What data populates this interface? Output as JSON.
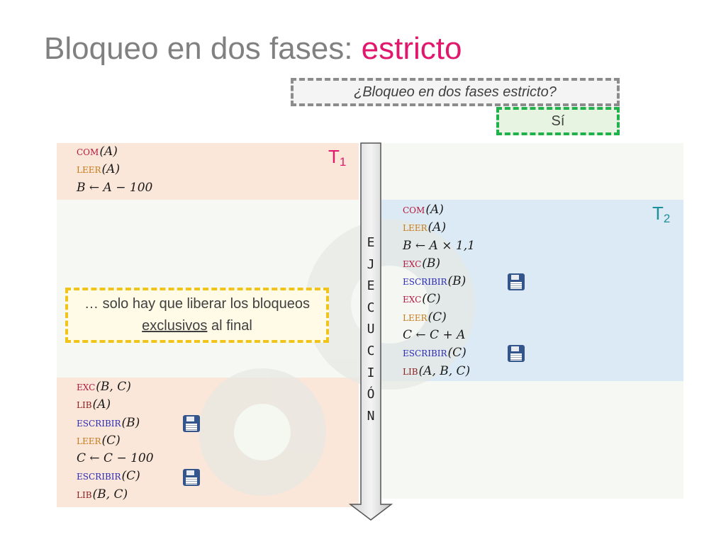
{
  "title": {
    "main": "Bloqueo en dos fases: ",
    "accent": "estricto"
  },
  "question": "¿Bloqueo en dos fases estricto?",
  "answer": "Sí",
  "t1_label": {
    "letter": "T",
    "index": "1"
  },
  "t2_label": {
    "letter": "T",
    "index": "2"
  },
  "note": {
    "part1": "… solo hay que liberar los bloqueos ",
    "emphasis": "exclusivos",
    "part2": " al final"
  },
  "execution_letters": [
    "E",
    "J",
    "E",
    "C",
    "U",
    "C",
    "I",
    "Ó",
    "N"
  ],
  "t1_block1": [
    {
      "kw": "com",
      "kwclass": "kw-com",
      "args": "(A)"
    },
    {
      "kw": "leer",
      "kwclass": "kw-leer",
      "args": "(A)"
    },
    {
      "kw": "",
      "kwclass": "",
      "args": "B ← A − 100"
    }
  ],
  "t2_block": [
    {
      "kw": "com",
      "kwclass": "kw-com",
      "args": "(A)"
    },
    {
      "kw": "leer",
      "kwclass": "kw-leer",
      "args": "(A)"
    },
    {
      "kw": "",
      "kwclass": "",
      "args": "B ← A × 1,1"
    },
    {
      "kw": "exc",
      "kwclass": "kw-exc",
      "args": "(B)"
    },
    {
      "kw": "escribir",
      "kwclass": "kw-escribir",
      "args": "(B)",
      "disk": true
    },
    {
      "kw": "exc",
      "kwclass": "kw-exc",
      "args": "(C)"
    },
    {
      "kw": "leer",
      "kwclass": "kw-leer",
      "args": "(C)"
    },
    {
      "kw": "",
      "kwclass": "",
      "args": "C ← C + A"
    },
    {
      "kw": "escribir",
      "kwclass": "kw-escribir",
      "args": "(C)",
      "disk": true
    },
    {
      "kw": "lib",
      "kwclass": "kw-lib",
      "args": "(A, B, C)"
    }
  ],
  "t1_block2": [
    {
      "kw": "exc",
      "kwclass": "kw-exc",
      "args": "(B, C)"
    },
    {
      "kw": "lib",
      "kwclass": "kw-lib",
      "args": "(A)"
    },
    {
      "kw": "escribir",
      "kwclass": "kw-escribir",
      "args": "(B)",
      "disk": true
    },
    {
      "kw": "leer",
      "kwclass": "kw-leer",
      "args": "(C)"
    },
    {
      "kw": "",
      "kwclass": "",
      "args": "C ← C − 100"
    },
    {
      "kw": "escribir",
      "kwclass": "kw-escribir",
      "args": "(C)",
      "disk": true
    },
    {
      "kw": "lib",
      "kwclass": "kw-lib",
      "args": "(B, C)"
    }
  ],
  "colors": {
    "t1_background": "#fbe7d9",
    "t2_background": "#dbeaf4",
    "accent_pink": "#e0176d",
    "t2_teal": "#1f8f9a",
    "note_border": "#f0c41a",
    "answer_border": "#1fb14a"
  },
  "icons": {
    "write_operation": "floppy-disk-icon"
  }
}
